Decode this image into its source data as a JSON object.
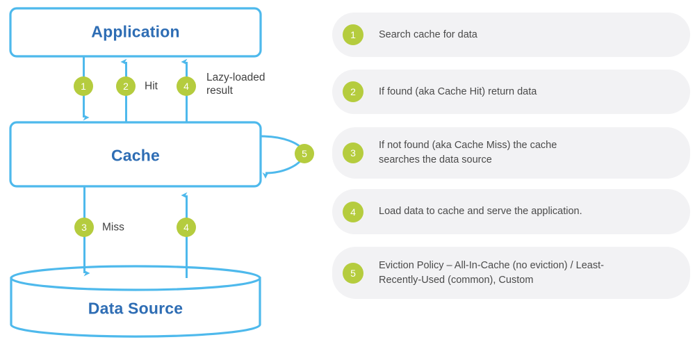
{
  "palette": {
    "line_blue": "#4EB9EC",
    "node_text_blue": "#2E6DB4",
    "badge_green": "#B5CC3E",
    "pill_gray": "#F2F2F4",
    "body_text": "#4A4A4A",
    "edge_label_text": "#414141",
    "page_background": "#FFFFFF"
  },
  "diagram": {
    "type": "cache-aside-flow",
    "nodes": [
      {
        "id": "application",
        "label": "Application",
        "shape": "rounded-rect"
      },
      {
        "id": "cache",
        "label": "Cache",
        "shape": "rounded-rect"
      },
      {
        "id": "data-source",
        "label": "Data Source",
        "shape": "cylinder"
      }
    ],
    "edges": [
      {
        "step": "1",
        "from": "application",
        "to": "cache",
        "direction": "down",
        "label": ""
      },
      {
        "step": "2",
        "from": "cache",
        "to": "application",
        "direction": "up",
        "label": "Hit"
      },
      {
        "step": "4",
        "from": "cache",
        "to": "application",
        "direction": "up",
        "label": "Lazy-loaded\nresult"
      },
      {
        "step": "3",
        "from": "cache",
        "to": "data-source",
        "direction": "down",
        "label": "Miss"
      },
      {
        "step": "4",
        "from": "data-source",
        "to": "cache",
        "direction": "up",
        "label": ""
      },
      {
        "step": "5",
        "from": "cache",
        "to": "cache",
        "direction": "self-loop",
        "label": ""
      }
    ],
    "badges": {
      "app_to_cache": "1",
      "cache_hit": "2",
      "lazy_loaded": "4",
      "cache_miss": "3",
      "source_to_cache": "4",
      "eviction_loop": "5"
    },
    "edge_labels": {
      "hit": "Hit",
      "lazy_loaded_result": "Lazy-loaded\nresult",
      "miss": "Miss"
    }
  },
  "legend": {
    "items": [
      {
        "number": "1",
        "text": "Search cache for data"
      },
      {
        "number": "2",
        "text": "If found (aka Cache Hit) return data"
      },
      {
        "number": "3",
        "text": "If not found (aka Cache Miss) the cache\nsearches the data source"
      },
      {
        "number": "4",
        "text": "Load data to cache and serve the application."
      },
      {
        "number": "5",
        "text": "Eviction Policy – All-In-Cache (no eviction) / Least-\nRecently-Used (common), Custom"
      }
    ]
  }
}
